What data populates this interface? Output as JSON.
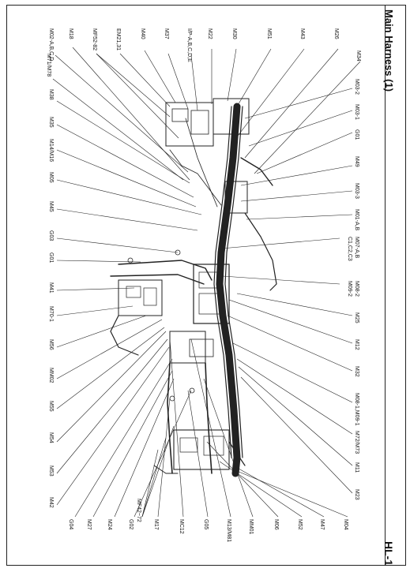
{
  "header": {
    "title": "Main Harness (1)",
    "page_number": "HL-1"
  },
  "connector_labels_top": [
    "M02-A,B,C,D",
    "M71/M78",
    "M18",
    "MF52-82",
    "EM21,31",
    "M40",
    "M37",
    "I/P-A,B,C,D,E",
    "M22",
    "M30",
    "M51",
    "M43",
    "M26",
    "M34"
  ],
  "connector_labels_left": [
    "M38",
    "M35",
    "M14/M16",
    "M05",
    "M45",
    "G03",
    "G01",
    "M41",
    "M70-1",
    "M56",
    "MM02",
    "M55",
    "M54",
    "M53",
    "M42",
    "G04",
    "M27",
    "M24",
    "G02",
    "MF42~72",
    "M17",
    "MC12",
    "G05",
    "M13/M81",
    "MM01",
    "M06",
    "M52",
    "M47",
    "M04"
  ],
  "connector_labels_right": [
    "M03-2",
    "M03-1",
    "G01",
    "M49",
    "M03-3",
    "M01-A,B",
    "M07-A,B",
    "C1,C2,C3",
    "M08-2",
    "M09-2",
    "M25",
    "M12",
    "M32",
    "M08-1,M09-1",
    "M72/M73",
    "M11",
    "M23"
  ]
}
